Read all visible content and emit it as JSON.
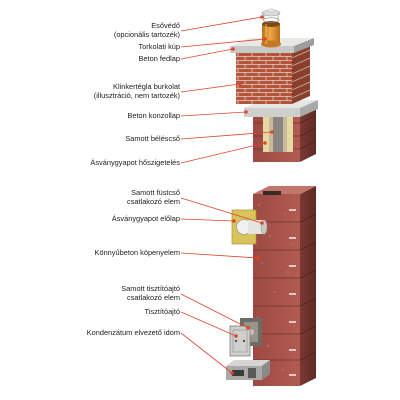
{
  "labels": {
    "esovedo": {
      "line1": "Esővédő",
      "line2": "(opcionális tartozék)"
    },
    "torkolati_kup": "Torkolati kúp",
    "beton_fedlap": "Beton fedlap",
    "klinker": {
      "line1": "Klinkertégla burkolat",
      "line2": "(illusztráció, nem tartozék)"
    },
    "beton_konzollap": "Beton konzollap",
    "samott_belescso": "Samott béléscső",
    "asvanygyapot_hoszigeteles": "Ásványgyapot hőszigetelés",
    "samott_fustcso": {
      "line1": "Samott füstcső",
      "line2": "csatlakozó elem"
    },
    "asvanygyapot_elolap": "Ásványgyapot előlap",
    "konnyubeton_kopenyelem": "Könnyűbeton köpenyelem",
    "samott_tisztitoajto": {
      "line1": "Samott tisztítóajtó",
      "line2": "csatlakozó elem"
    },
    "tisztitoajto": "Tisztítóajtó",
    "kondenzatum": "Kondenzátum elvezető idom"
  },
  "colors": {
    "leader": "#e0452b",
    "brick": "#a5524a",
    "brick_light": "#c86c61",
    "brick_dark": "#7d3a33",
    "clinker": "#b4543a",
    "concrete": "#d8d8d6",
    "flue": "#d88a2a",
    "wool": "#d8c45a"
  },
  "icons": [
    "rain-cap-icon",
    "chimney-flue-icon",
    "door-icon"
  ]
}
